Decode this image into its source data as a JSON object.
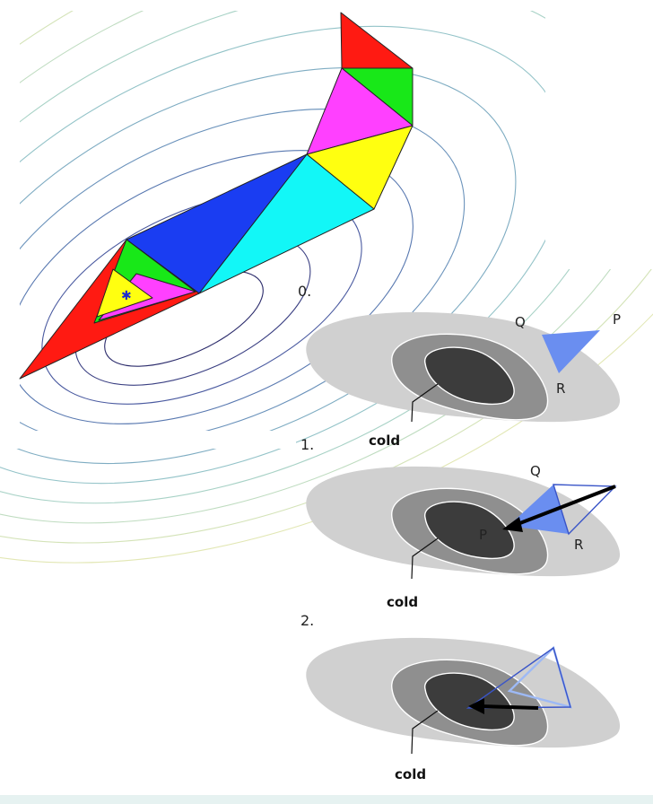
{
  "figure": {
    "steps": [
      {
        "number": "0.",
        "labels": {
          "Q": "Q",
          "P": "P",
          "R": "R"
        },
        "region": "cold"
      },
      {
        "number": "1.",
        "labels": {
          "Q": "Q",
          "P": "P",
          "R": "R"
        },
        "region": "cold"
      },
      {
        "number": "2.",
        "region": "cold"
      }
    ],
    "colors": {
      "red": "#ff1a12",
      "green": "#18e818",
      "magenta": "#ff40ff",
      "yellow": "#ffff10",
      "blue": "#1a3df2",
      "cyan": "#12f7f7",
      "simplex": "#6a8ef0",
      "simplex_light": "#9db9f5",
      "contour_outer": "#d0d0d0",
      "contour_mid": "#8f8f8f",
      "contour_inner": "#3c3c3c"
    }
  }
}
